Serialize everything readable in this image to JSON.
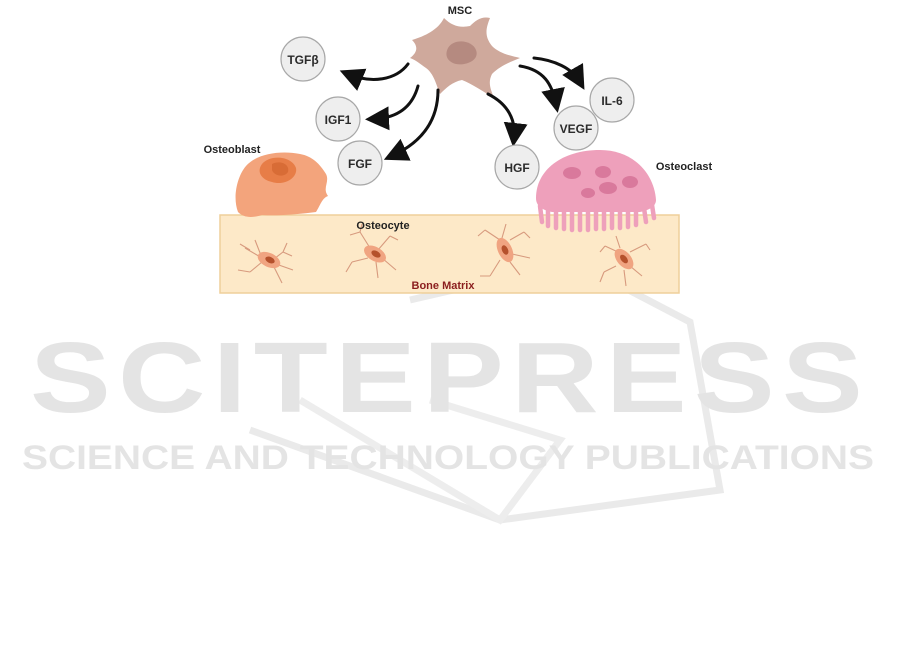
{
  "diagram": {
    "msc_label": "MSC",
    "osteoblast_label": "Osteoblast",
    "osteoclast_label": "Osteoclast",
    "osteocyte_label": "Osteocyte",
    "bone_matrix_label": "Bone Matrix",
    "factors": [
      "TGFβ",
      "IGF1",
      "FGF",
      "HGF",
      "VEGF",
      "IL-6"
    ]
  },
  "watermark": {
    "title": "SCITEPRESS",
    "subtitle": "SCIENCE AND TECHNOLOGY PUBLICATIONS"
  },
  "colors": {
    "msc": "#cfa99c",
    "osteoblast": "#f3a47c",
    "osteoclast": "#eea0bb",
    "bone_matrix_fill": "#fde9c8",
    "bone_matrix_border": "#efcf9a",
    "factor_circle": "#eeeeee",
    "watermark": "#e2e2e2"
  }
}
